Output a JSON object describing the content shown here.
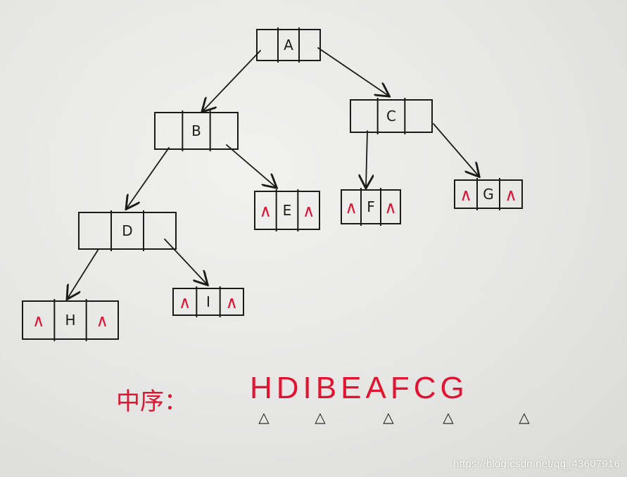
{
  "diagram": {
    "nodes": [
      {
        "id": "A",
        "label": "A",
        "left_null": false,
        "right_null": false
      },
      {
        "id": "B",
        "label": "B",
        "left_null": false,
        "right_null": false
      },
      {
        "id": "C",
        "label": "C",
        "left_null": false,
        "right_null": false
      },
      {
        "id": "D",
        "label": "D",
        "left_null": false,
        "right_null": false
      },
      {
        "id": "E",
        "label": "E",
        "left_null": true,
        "right_null": true
      },
      {
        "id": "F",
        "label": "F",
        "left_null": true,
        "right_null": true
      },
      {
        "id": "G",
        "label": "G",
        "left_null": true,
        "right_null": true
      },
      {
        "id": "H",
        "label": "H",
        "left_null": true,
        "right_null": true
      },
      {
        "id": "I",
        "label": "I",
        "left_null": true,
        "right_null": true
      }
    ],
    "edges": [
      {
        "from": "A",
        "to": "B"
      },
      {
        "from": "A",
        "to": "C"
      },
      {
        "from": "B",
        "to": "D"
      },
      {
        "from": "B",
        "to": "E"
      },
      {
        "from": "C",
        "to": "F"
      },
      {
        "from": "C",
        "to": "G"
      },
      {
        "from": "D",
        "to": "H"
      },
      {
        "from": "D",
        "to": "I"
      }
    ],
    "null_symbol": "∧",
    "inorder_label": "中序：",
    "inorder_sequence": "HDIBEAFCG",
    "markers": "△",
    "ink_color": "#1a1a1a",
    "accent_color": "#e3122f"
  },
  "watermark": "https://blog.csdn.net/qq_43607916"
}
